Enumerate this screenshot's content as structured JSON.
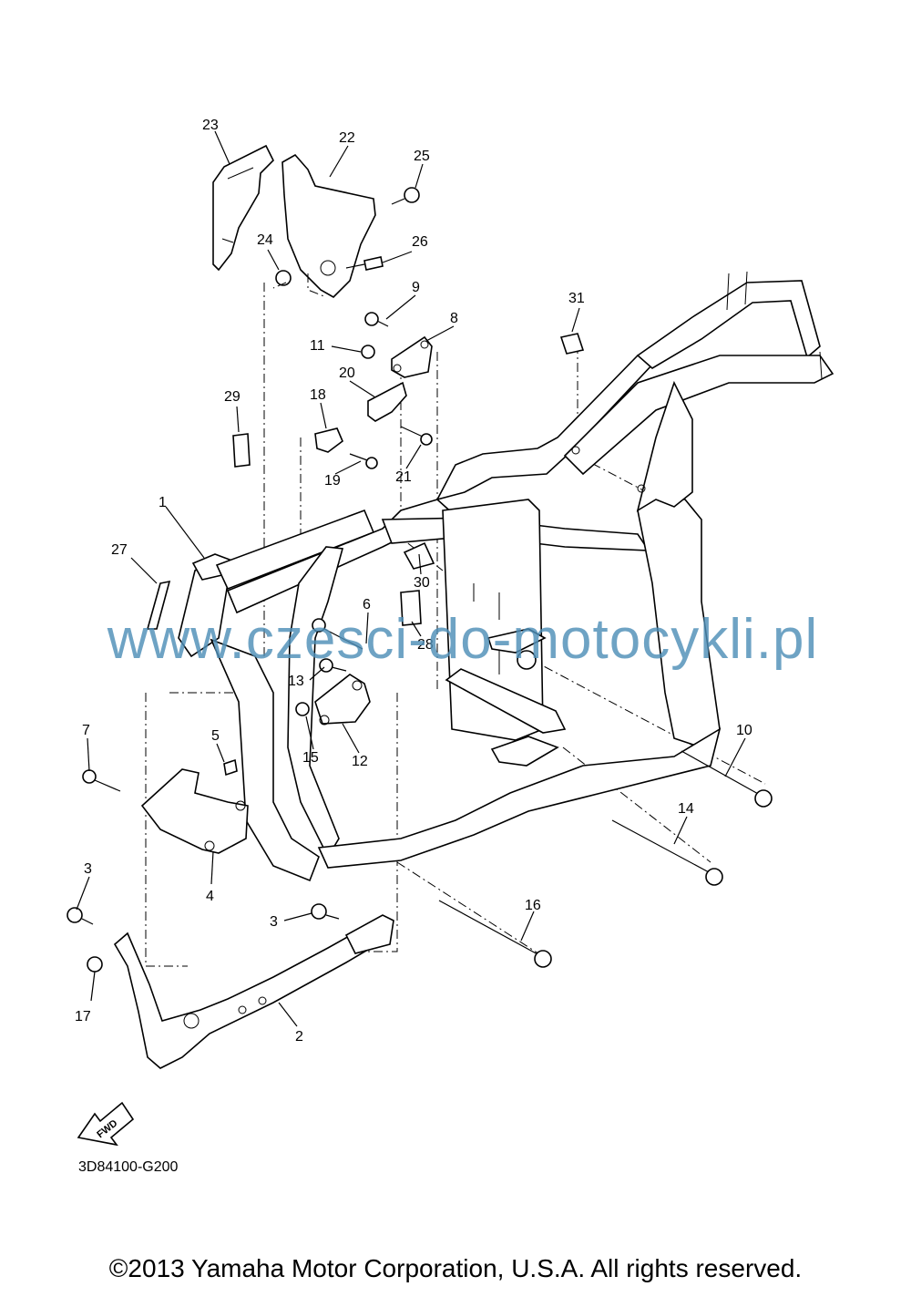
{
  "callouts": [
    {
      "n": "1"
    },
    {
      "n": "2"
    },
    {
      "n": "3"
    },
    {
      "n": "3"
    },
    {
      "n": "4"
    },
    {
      "n": "5"
    },
    {
      "n": "6"
    },
    {
      "n": "7"
    },
    {
      "n": "8"
    },
    {
      "n": "9"
    },
    {
      "n": "10"
    },
    {
      "n": "11"
    },
    {
      "n": "12"
    },
    {
      "n": "13"
    },
    {
      "n": "14"
    },
    {
      "n": "15"
    },
    {
      "n": "16"
    },
    {
      "n": "17"
    },
    {
      "n": "18"
    },
    {
      "n": "19"
    },
    {
      "n": "20"
    },
    {
      "n": "21"
    },
    {
      "n": "22"
    },
    {
      "n": "23"
    },
    {
      "n": "24"
    },
    {
      "n": "25"
    },
    {
      "n": "26"
    },
    {
      "n": "27"
    },
    {
      "n": "28"
    },
    {
      "n": "29"
    },
    {
      "n": "30"
    },
    {
      "n": "31"
    }
  ],
  "fwd_label": "FWD",
  "diagram_code": "3D84100-G200",
  "watermark": "www.czesci-do-motocykli.pl",
  "copyright": "©2013 Yamaha Motor Corporation, U.S.A. All rights reserved.",
  "colors": {
    "watermark": "#4f8fb8",
    "lines": "#000000",
    "background": "#ffffff"
  }
}
